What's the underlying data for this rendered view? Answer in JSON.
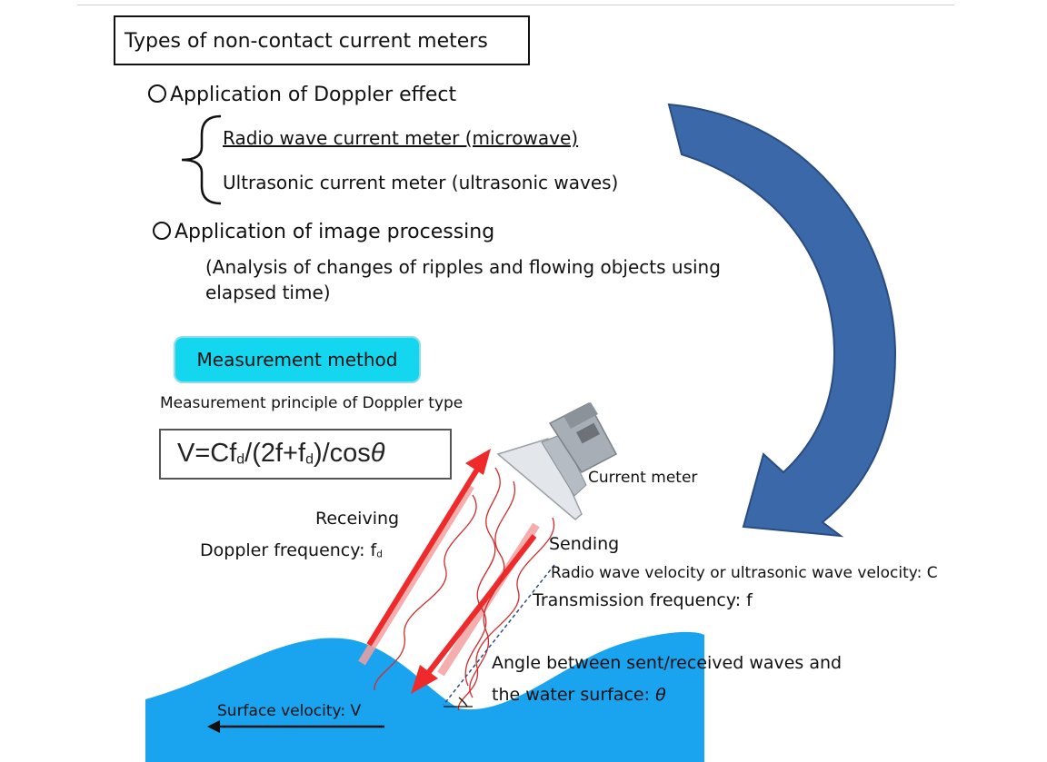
{
  "header": {
    "title": "Types of non-contact current meters"
  },
  "doppler": {
    "heading": "Application of Doppler effect",
    "items": [
      "Radio wave current meter (microwave)",
      "Ultrasonic current meter (ultrasonic waves)"
    ]
  },
  "image": {
    "heading": "Application of image processing",
    "desc_line1": "(Analysis of changes of ripples and flowing objects using",
    "desc_line2": "elapsed time)"
  },
  "method": {
    "button_label": "Measurement method",
    "principle": "Measurement principle of Doppler type",
    "formula": {
      "left": "V=Cf",
      "mid1": "/(2f+f",
      "right": ")/cos",
      "theta": "θ",
      "sub": "d"
    }
  },
  "diagram": {
    "current_meter": "Current meter",
    "receiving": "Receiving",
    "doppler_freq": "Doppler frequency: f",
    "doppler_sub": "d",
    "sending": "Sending",
    "velocity": "Radio wave velocity or ultrasonic wave velocity: C",
    "transmission": "Transmission frequency: f",
    "angle_line1": "Angle between sent/received waves and",
    "angle_line2": "the water surface: ",
    "angle_symbol": "θ",
    "surface_velocity": "Surface velocity: V"
  },
  "colors": {
    "water": "#1aa3ef",
    "arrow_blue": "#3a68a8",
    "red_arrow": "#ee2a2a",
    "button": "#14d6ef"
  }
}
